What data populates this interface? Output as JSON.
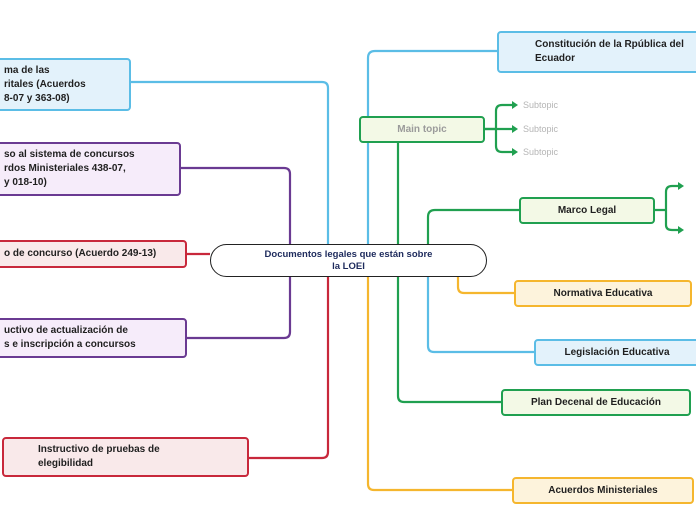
{
  "center_topic": "Documentos legales que están sobre la LOEI",
  "left_nodes": [
    {
      "id": "reforma",
      "text": "ma de las\nritales (Acuerdos\n8-07 y 363-08)",
      "color": "#5bbde6"
    },
    {
      "id": "acceso",
      "text": "so al sistema de concursos\nrdos Ministeriales 438-07,\ny 018-10)",
      "color": "#6a3a92"
    },
    {
      "id": "concurso",
      "text": "o de concurso (Acuerdo 249-13)",
      "color": "#c8283b"
    },
    {
      "id": "instructivo-actualizacion",
      "text": "uctivo de actualización de\ns e inscripción a concursos",
      "color": "#6a3a92"
    },
    {
      "id": "pruebas",
      "text": "Instructivo de pruebas de\nelegibilidad",
      "color": "#c8283b"
    }
  ],
  "right_nodes": [
    {
      "id": "constitucion",
      "text": "Constitución de la Rpública del\nEcuador",
      "color": "#5bbde6"
    },
    {
      "id": "main-topic",
      "text": "Main topic",
      "color": "#20a050"
    },
    {
      "id": "marco-legal",
      "text": "Marco Legal",
      "color": "#20a050"
    },
    {
      "id": "normativa",
      "text": "Normativa Educativa",
      "color": "#f5b62e"
    },
    {
      "id": "legislacion",
      "text": "Legislación Educativa",
      "color": "#5bbde6"
    },
    {
      "id": "plan-decenal",
      "text": "Plan Decenal de Educación",
      "color": "#20a050"
    },
    {
      "id": "acuerdos",
      "text": "Acuerdos Ministeriales",
      "color": "#f5b62e"
    }
  ],
  "subtopics": [
    "Subtopic",
    "Subtopic",
    "Subtopic"
  ]
}
